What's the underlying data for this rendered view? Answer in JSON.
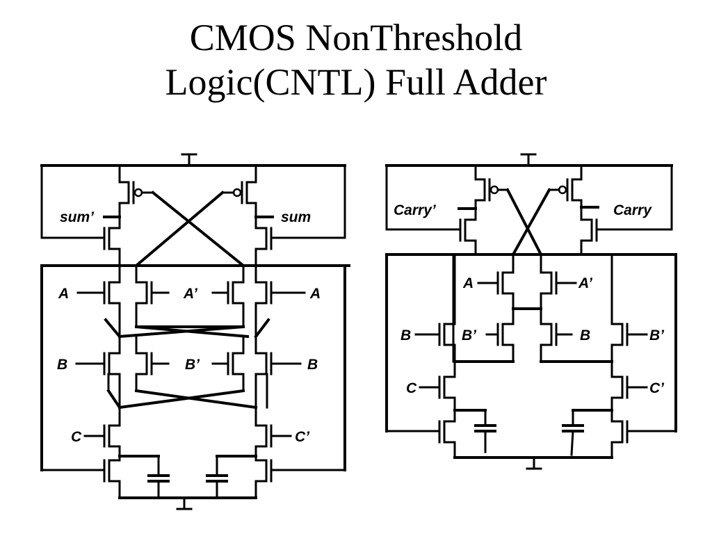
{
  "title": {
    "line1": "CMOS NonThreshold",
    "line2": "Logic(CNTL) Full Adder"
  },
  "sum_circuit": {
    "out_bar": "sum’",
    "out": "sum",
    "row1": [
      "A",
      "A’",
      "A"
    ],
    "row2": [
      "B",
      "B’",
      "B"
    ],
    "row3": [
      "C",
      "C’"
    ]
  },
  "carry_circuit": {
    "out_bar": "Carry’",
    "out": "Carry",
    "row1": [
      "A",
      "A’"
    ],
    "row2": [
      "B",
      "B’",
      "B",
      "B’"
    ],
    "row3": [
      "C",
      "C’"
    ]
  }
}
